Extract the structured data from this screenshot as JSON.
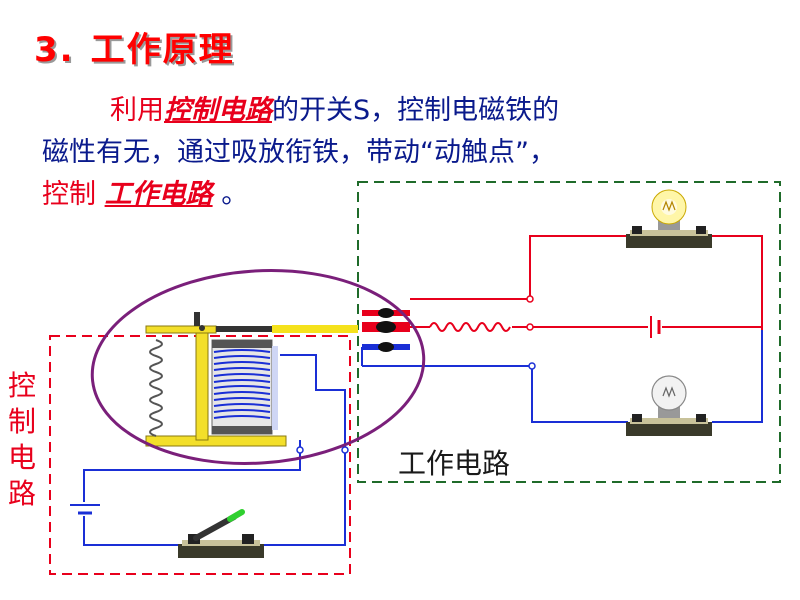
{
  "title": {
    "number": "3.",
    "text": "工作原理"
  },
  "paragraph": {
    "part1": "利用",
    "highlight1": "控制电路",
    "part2": "的开关S，控制电磁铁的",
    "line2": "磁性有无，通过吸放衔铁，带动“动触点”，",
    "part3": "控制",
    "highlight2": "工作电路",
    "part4": "。"
  },
  "labels": {
    "control_circuit": "控制电路",
    "work_circuit": "工作电路"
  },
  "colors": {
    "title": "#ff0000",
    "text": "#0a1a8c",
    "red_wire": "#e8001c",
    "blue_wire": "#1a2fd6",
    "control_box": "#e8001c",
    "work_box": "#1f6b2a",
    "ellipse": "#7a1f7a"
  }
}
